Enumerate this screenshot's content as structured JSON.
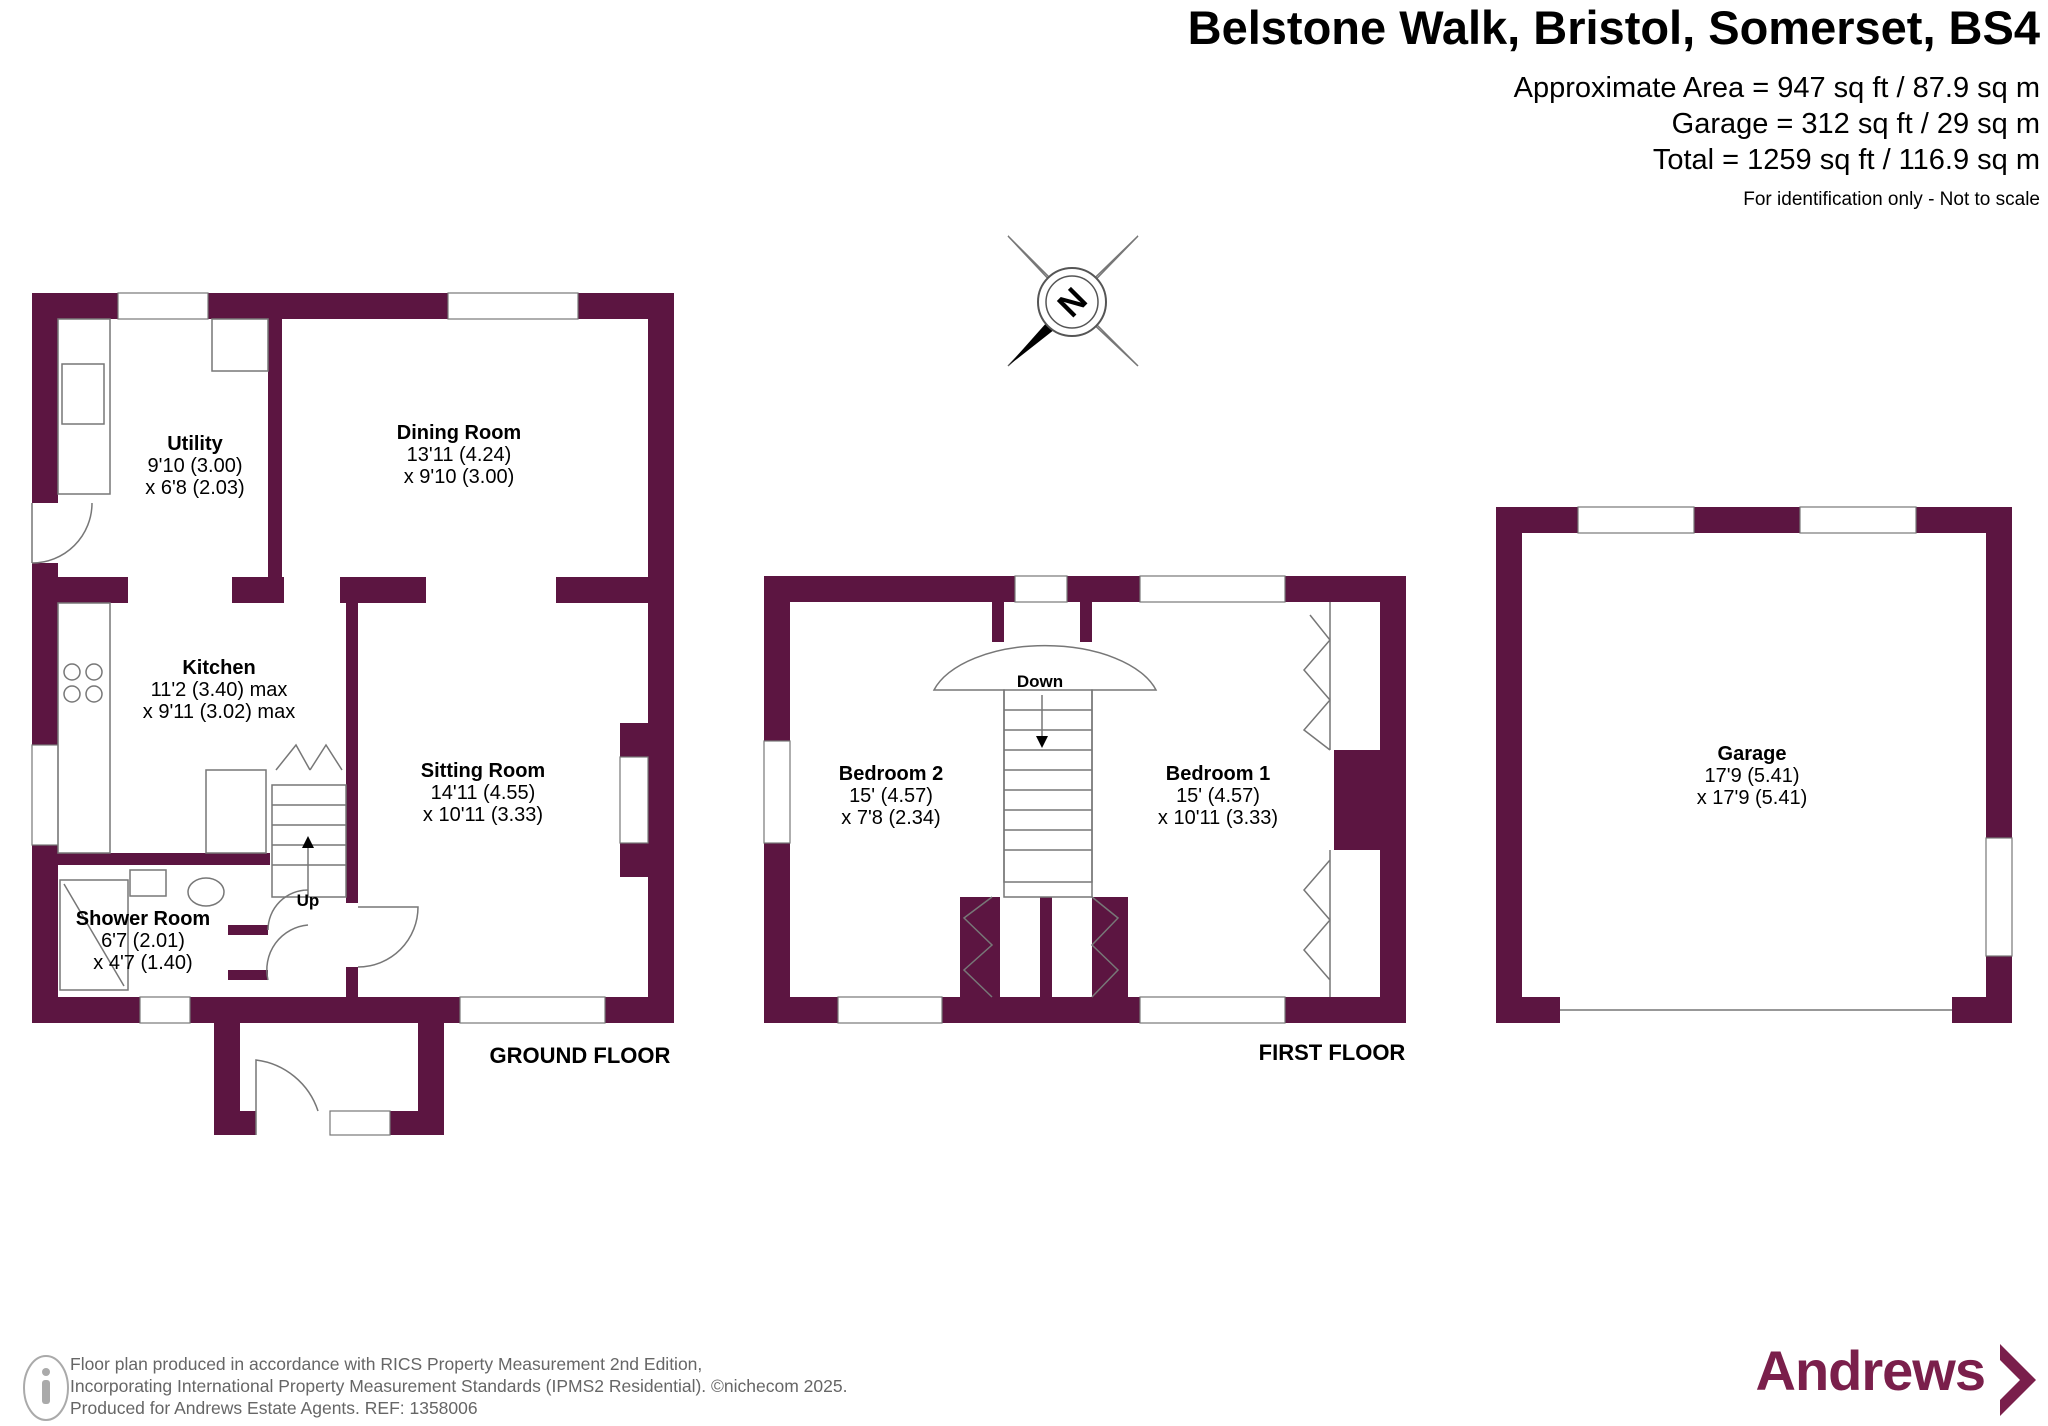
{
  "header": {
    "title": "Belstone Walk, Bristol, Somerset, BS4",
    "area_line": "Approximate Area = 947 sq ft / 87.9 sq m",
    "garage_line": "Garage = 312 sq ft / 29 sq m",
    "total_line": "Total = 1259 sq ft / 116.9 sq m",
    "note": "For identification only - Not to scale"
  },
  "compass": {
    "letter": "N",
    "icon": "compass-rose-icon"
  },
  "ground_floor": {
    "label": "GROUND FLOOR",
    "up_label": "Up",
    "rooms": {
      "utility": {
        "name": "Utility",
        "dim1": "9'10 (3.00)",
        "dim2": "x 6'8 (2.03)"
      },
      "dining": {
        "name": "Dining Room",
        "dim1": "13'11 (4.24)",
        "dim2": "x 9'10 (3.00)"
      },
      "kitchen": {
        "name": "Kitchen",
        "dim1": "11'2 (3.40) max",
        "dim2": "x 9'11 (3.02) max"
      },
      "sitting": {
        "name": "Sitting Room",
        "dim1": "14'11 (4.55)",
        "dim2": "x 10'11 (3.33)"
      },
      "shower": {
        "name": "Shower Room",
        "dim1": "6'7 (2.01)",
        "dim2": "x 4'7 (1.40)"
      }
    }
  },
  "first_floor": {
    "label": "FIRST FLOOR",
    "down_label": "Down",
    "rooms": {
      "bedroom2": {
        "name": "Bedroom 2",
        "dim1": "15' (4.57)",
        "dim2": "x 7'8 (2.34)"
      },
      "bedroom1": {
        "name": "Bedroom 1",
        "dim1": "15' (4.57)",
        "dim2": "x 10'11 (3.33)"
      }
    }
  },
  "garage": {
    "name": "Garage",
    "dim1": "17'9 (5.41)",
    "dim2": "x 17'9 (5.41)"
  },
  "footer": {
    "line1": "Floor plan produced in accordance with RICS Property Measurement 2nd Edition,",
    "line2": "Incorporating International Property Measurement Standards (IPMS2 Residential).  ©nichecom 2025.",
    "line3": "Produced for Andrews Estate Agents.   REF: 1358006",
    "icon": "info-person-icon"
  },
  "brand": {
    "name": "Andrews",
    "color": "#7a1f4b",
    "wall_color": "#5c1541"
  }
}
